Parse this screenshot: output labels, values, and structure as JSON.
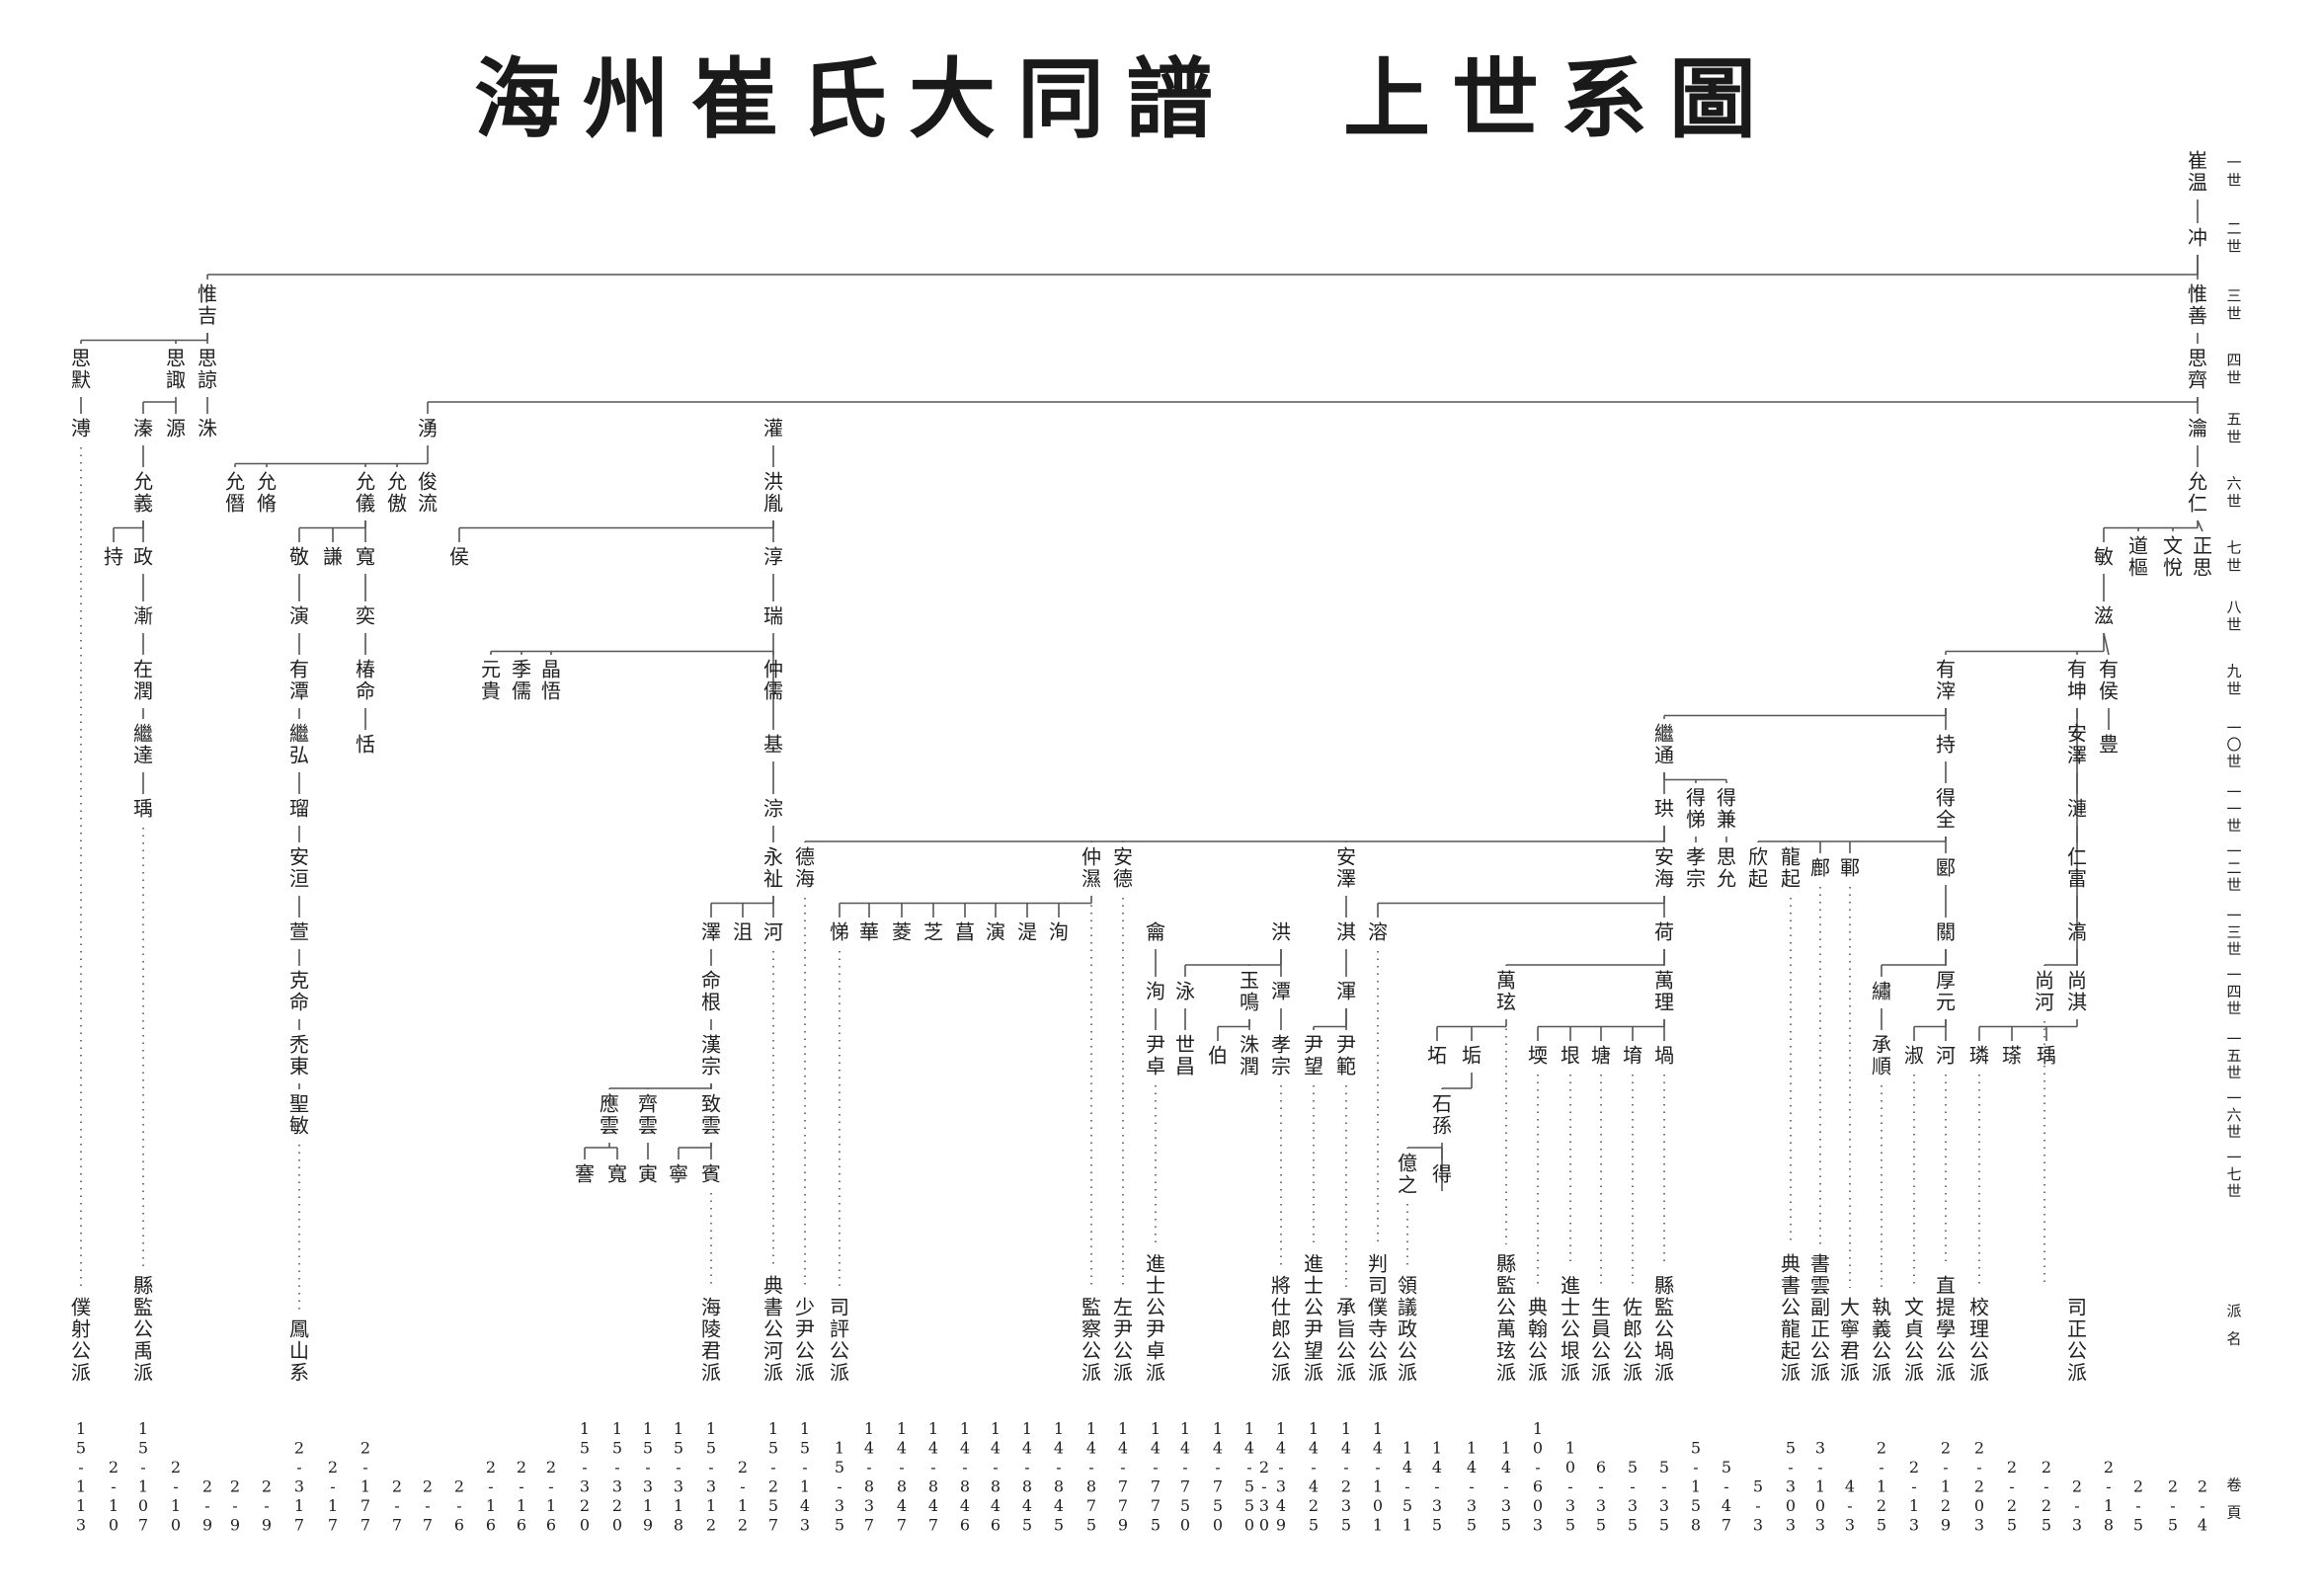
{
  "title": "海州崔氏大同譜　上世系圖",
  "generation_labels": [
    "一世",
    "二世",
    "三世",
    "四世",
    "五世",
    "六世",
    "七世",
    "八世",
    "九世",
    "一〇世",
    "一一世",
    "一二世",
    "一三世",
    "一四世",
    "一五世",
    "一六世",
    "一七世"
  ],
  "column_headers": {
    "branch": "派名",
    "volume_page": "卷頁"
  },
  "members": [
    {
      "id": "a",
      "name": "崔温"
    },
    {
      "id": "b",
      "name": "冲"
    },
    {
      "id": "c",
      "name": "惟善"
    },
    {
      "id": "d",
      "name": "思齊"
    },
    {
      "id": "e",
      "name": "瀹"
    },
    {
      "id": "f",
      "name": "允仁"
    },
    {
      "id": "g",
      "name": "正思"
    },
    {
      "id": "h",
      "name": "文悅"
    },
    {
      "id": "i",
      "name": "道樞"
    },
    {
      "id": "j",
      "name": "敏"
    },
    {
      "id": "k",
      "name": "滋"
    },
    {
      "id": "l",
      "name": "有侯"
    },
    {
      "id": "m",
      "name": "豊"
    },
    {
      "id": "n",
      "name": "有坤"
    },
    {
      "id": "o",
      "name": "安澤"
    },
    {
      "id": "p",
      "name": "漣"
    },
    {
      "id": "q",
      "name": "仁富"
    },
    {
      "id": "r",
      "name": "滈"
    },
    {
      "id": "s",
      "name": "尚淇"
    },
    {
      "id": "t",
      "name": "尚河"
    },
    {
      "id": "u",
      "name": "瑀"
    },
    {
      "id": "v",
      "name": "瑹"
    },
    {
      "id": "w",
      "name": "璘"
    },
    {
      "id": "x",
      "name": "有滓"
    },
    {
      "id": "y",
      "name": "持"
    },
    {
      "id": "z",
      "name": "得全"
    },
    {
      "id": "a1",
      "name": "郾"
    },
    {
      "id": "a2",
      "name": "關"
    },
    {
      "id": "a3",
      "name": "厚元"
    },
    {
      "id": "a4",
      "name": "河"
    },
    {
      "id": "a5",
      "name": "繡"
    },
    {
      "id": "a6",
      "name": "承順"
    },
    {
      "id": "a7",
      "name": "淑"
    },
    {
      "id": "a8",
      "name": "鄆"
    },
    {
      "id": "a9",
      "name": "鄜"
    },
    {
      "id": "b1",
      "name": "龍起"
    },
    {
      "id": "b2",
      "name": "欣起"
    },
    {
      "id": "b3",
      "name": "得兼"
    },
    {
      "id": "b4",
      "name": "思允"
    },
    {
      "id": "b5",
      "name": "得悌"
    },
    {
      "id": "b6",
      "name": "孝宗"
    },
    {
      "id": "b7",
      "name": "繼通"
    },
    {
      "id": "b8",
      "name": "珙"
    },
    {
      "id": "b9",
      "name": "安海"
    },
    {
      "id": "c1",
      "name": "荷"
    },
    {
      "id": "c2",
      "name": "萬理"
    },
    {
      "id": "c3",
      "name": "堝"
    },
    {
      "id": "c4",
      "name": "堉"
    },
    {
      "id": "c5",
      "name": "塘"
    },
    {
      "id": "c6",
      "name": "垠"
    },
    {
      "id": "c7",
      "name": "堧"
    },
    {
      "id": "c8",
      "name": "萬玹"
    },
    {
      "id": "c9",
      "name": "垢"
    },
    {
      "id": "d1",
      "name": "坧"
    },
    {
      "id": "d2",
      "name": "石孫"
    },
    {
      "id": "d3",
      "name": "得"
    },
    {
      "id": "d4",
      "name": "億之"
    },
    {
      "id": "d5",
      "name": "安澤"
    },
    {
      "id": "d6",
      "name": "淇"
    },
    {
      "id": "d7",
      "name": "渾"
    },
    {
      "id": "d8",
      "name": "尹範"
    },
    {
      "id": "d9",
      "name": "尹望"
    },
    {
      "id": "e1",
      "name": "溶"
    },
    {
      "id": "e2",
      "name": "洪"
    },
    {
      "id": "e3",
      "name": "潭"
    },
    {
      "id": "e4",
      "name": "孝宗"
    },
    {
      "id": "e5",
      "name": "玉鳴"
    },
    {
      "id": "e6",
      "name": "洙潤"
    },
    {
      "id": "e7",
      "name": "伯"
    },
    {
      "id": "e8",
      "name": "泳"
    },
    {
      "id": "e9",
      "name": "世昌"
    },
    {
      "id": "f1",
      "name": "龠"
    },
    {
      "id": "f2",
      "name": "洵"
    },
    {
      "id": "f3",
      "name": "尹卓"
    },
    {
      "id": "f4",
      "name": "安德"
    },
    {
      "id": "f5",
      "name": "仲濕"
    },
    {
      "id": "f6",
      "name": "洵"
    },
    {
      "id": "f7",
      "name": "湜"
    },
    {
      "id": "f8",
      "name": "演"
    },
    {
      "id": "f9",
      "name": "菖"
    },
    {
      "id": "g1",
      "name": "芝"
    },
    {
      "id": "g2",
      "name": "菱"
    },
    {
      "id": "g3",
      "name": "華"
    },
    {
      "id": "g4",
      "name": "悌"
    },
    {
      "id": "g5",
      "name": "德海"
    },
    {
      "id": "g6",
      "name": "灌"
    },
    {
      "id": "g7",
      "name": "洪胤"
    },
    {
      "id": "g8",
      "name": "淳"
    },
    {
      "id": "g9",
      "name": "瑞"
    },
    {
      "id": "h1",
      "name": "仲儒"
    },
    {
      "id": "h2",
      "name": "基"
    },
    {
      "id": "h3",
      "name": "淙"
    },
    {
      "id": "h4",
      "name": "永祉"
    },
    {
      "id": "h5",
      "name": "河"
    },
    {
      "id": "h6",
      "name": "沮"
    },
    {
      "id": "h7",
      "name": "澤"
    },
    {
      "id": "h8",
      "name": "命根"
    },
    {
      "id": "h9",
      "name": "漢宗"
    },
    {
      "id": "i1",
      "name": "致雲"
    },
    {
      "id": "i2",
      "name": "賓"
    },
    {
      "id": "i3",
      "name": "寧"
    },
    {
      "id": "i4",
      "name": "齊雲"
    },
    {
      "id": "i5",
      "name": "寅"
    },
    {
      "id": "i6",
      "name": "應雲"
    },
    {
      "id": "i7",
      "name": "寬"
    },
    {
      "id": "i8",
      "name": "謇"
    },
    {
      "id": "i9",
      "name": "晶悟"
    },
    {
      "id": "j1",
      "name": "季儒"
    },
    {
      "id": "j2",
      "name": "元貴"
    },
    {
      "id": "j3",
      "name": "湧"
    },
    {
      "id": "j4",
      "name": "俊流"
    },
    {
      "id": "j5",
      "name": "侯"
    },
    {
      "id": "j6",
      "name": "允傲"
    },
    {
      "id": "j7",
      "name": "允儀"
    },
    {
      "id": "j8",
      "name": "寬"
    },
    {
      "id": "j9",
      "name": "奕"
    },
    {
      "id": "k1",
      "name": "椿命"
    },
    {
      "id": "k2",
      "name": "恬"
    },
    {
      "id": "k3",
      "name": "謙"
    },
    {
      "id": "k4",
      "name": "敬"
    },
    {
      "id": "k5",
      "name": "演"
    },
    {
      "id": "k6",
      "name": "有潭"
    },
    {
      "id": "k7",
      "name": "繼弘"
    },
    {
      "id": "k8",
      "name": "瑠"
    },
    {
      "id": "k9",
      "name": "安洹"
    },
    {
      "id": "l1",
      "name": "萱"
    },
    {
      "id": "l2",
      "name": "克命"
    },
    {
      "id": "l3",
      "name": "禿東"
    },
    {
      "id": "l4",
      "name": "聖敏"
    },
    {
      "id": "l5",
      "name": "允脩"
    },
    {
      "id": "l6",
      "name": "允僭"
    },
    {
      "id": "l7",
      "name": "惟吉"
    },
    {
      "id": "l8",
      "name": "思諒"
    },
    {
      "id": "l9",
      "name": "洙"
    },
    {
      "id": "m1",
      "name": "思諏"
    },
    {
      "id": "m2",
      "name": "源"
    },
    {
      "id": "m3",
      "name": "溱"
    },
    {
      "id": "m4",
      "name": "允義"
    },
    {
      "id": "m5",
      "name": "政"
    },
    {
      "id": "m6",
      "name": "漸"
    },
    {
      "id": "m7",
      "name": "在潤"
    },
    {
      "id": "m8",
      "name": "繼達"
    },
    {
      "id": "m9",
      "name": "瑀"
    },
    {
      "id": "n1",
      "name": "持"
    },
    {
      "id": "n2",
      "name": "思默"
    },
    {
      "id": "n3",
      "name": "溥"
    }
  ],
  "branches": [
    {
      "id": "r1",
      "name": "僕射公派",
      "volume_page": "15-113"
    },
    {
      "id": "r2",
      "name": "",
      "volume_page": "2-10"
    },
    {
      "id": "r3",
      "name": "縣監公禹派",
      "volume_page": "15-107"
    },
    {
      "id": "r4",
      "name": "",
      "volume_page": "2-10"
    },
    {
      "id": "r5",
      "name": "",
      "volume_page": "2-9"
    },
    {
      "id": "r6",
      "name": "",
      "volume_page": "2-9"
    },
    {
      "id": "r7",
      "name": "",
      "volume_page": "2-9"
    },
    {
      "id": "r8",
      "name": "鳳山系",
      "volume_page": "2-317"
    },
    {
      "id": "r9",
      "name": "",
      "volume_page": "2-17"
    },
    {
      "id": "r10",
      "name": "",
      "volume_page": "2-177"
    },
    {
      "id": "r11",
      "name": "",
      "volume_page": "2-7"
    },
    {
      "id": "r12",
      "name": "",
      "volume_page": "2-7"
    },
    {
      "id": "r13",
      "name": "",
      "volume_page": "2-6"
    },
    {
      "id": "r14",
      "name": "",
      "volume_page": "2-16"
    },
    {
      "id": "r15",
      "name": "",
      "volume_page": "2-16"
    },
    {
      "id": "r16",
      "name": "",
      "volume_page": "2-16"
    },
    {
      "id": "r17",
      "name": "",
      "volume_page": "15-320"
    },
    {
      "id": "r18",
      "name": "",
      "volume_page": "15-320"
    },
    {
      "id": "r19",
      "name": "",
      "volume_page": "15-319"
    },
    {
      "id": "r20",
      "name": "",
      "volume_page": "15-318"
    },
    {
      "id": "r21",
      "name": "海陵君派",
      "volume_page": "15-312"
    },
    {
      "id": "r22",
      "name": "",
      "volume_page": "2-12"
    },
    {
      "id": "r23",
      "name": "典書公河派",
      "volume_page": "15-257"
    },
    {
      "id": "r24",
      "name": "少尹公派",
      "volume_page": "15-143"
    },
    {
      "id": "r25",
      "name": "司評公派",
      "volume_page": "15-35"
    },
    {
      "id": "r26",
      "name": "",
      "volume_page": "14-837"
    },
    {
      "id": "r27",
      "name": "",
      "volume_page": "14-847"
    },
    {
      "id": "r28",
      "name": "",
      "volume_page": "14-847"
    },
    {
      "id": "r29",
      "name": "",
      "volume_page": "14-846"
    },
    {
      "id": "r30",
      "name": "",
      "volume_page": "14-846"
    },
    {
      "id": "r31",
      "name": "",
      "volume_page": "14-845"
    },
    {
      "id": "r32",
      "name": "",
      "volume_page": "14-845"
    },
    {
      "id": "r33",
      "name": "監察公派",
      "volume_page": "14-875"
    },
    {
      "id": "r34",
      "name": "左尹公派",
      "volume_page": "14-779"
    },
    {
      "id": "r35",
      "name": "進士公尹卓派",
      "volume_page": "14-775"
    },
    {
      "id": "r36",
      "name": "",
      "volume_page": "14-750"
    },
    {
      "id": "r37",
      "name": "",
      "volume_page": "14-750"
    },
    {
      "id": "r38",
      "name": "",
      "volume_page": "14-550"
    },
    {
      "id": "r39",
      "name": "",
      "volume_page": "2-30"
    },
    {
      "id": "r40",
      "name": "將仕郎公派",
      "volume_page": "14-349"
    },
    {
      "id": "r41",
      "name": "進士公尹望派",
      "volume_page": "14-425"
    },
    {
      "id": "r42",
      "name": "承旨公派",
      "volume_page": "14-235"
    },
    {
      "id": "r43",
      "name": "判司僕寺公派",
      "volume_page": "14-101"
    },
    {
      "id": "r44",
      "name": "領議政公派",
      "volume_page": "14-51"
    },
    {
      "id": "r45",
      "name": "",
      "volume_page": "14-35"
    },
    {
      "id": "r46",
      "name": "",
      "volume_page": "14-35"
    },
    {
      "id": "r47",
      "name": "縣監公萬玹派",
      "volume_page": "14-35"
    },
    {
      "id": "r48",
      "name": "典翰公派",
      "volume_page": "10-603"
    },
    {
      "id": "r49",
      "name": "進士公垠派",
      "volume_page": "10-35"
    },
    {
      "id": "r50",
      "name": "生員公派",
      "volume_page": "6-35"
    },
    {
      "id": "r51",
      "name": "佐郎公派",
      "volume_page": "5-35"
    },
    {
      "id": "r52",
      "name": "縣監公堝派",
      "volume_page": "5-35"
    },
    {
      "id": "r53",
      "name": "",
      "volume_page": "5-158"
    },
    {
      "id": "r54",
      "name": "",
      "volume_page": "5-47"
    },
    {
      "id": "r55",
      "name": "",
      "volume_page": "5-3"
    },
    {
      "id": "r56",
      "name": "典書公龍起派",
      "volume_page": "5-303"
    },
    {
      "id": "r57",
      "name": "書雲副正公派",
      "volume_page": "3-103"
    },
    {
      "id": "r58",
      "name": "大寧君派",
      "volume_page": "4-3"
    },
    {
      "id": "r59",
      "name": "執義公派",
      "volume_page": "2-125"
    },
    {
      "id": "r60",
      "name": "文貞公派",
      "volume_page": "2-13"
    },
    {
      "id": "r61",
      "name": "直提學公派",
      "volume_page": "2-129"
    },
    {
      "id": "r62",
      "name": "校理公派",
      "volume_page": "2-203"
    },
    {
      "id": "r63",
      "name": "",
      "volume_page": "2-25"
    },
    {
      "id": "r64",
      "name": "",
      "volume_page": "2-25"
    },
    {
      "id": "r65",
      "name": "司正公派",
      "volume_page": "2-3"
    },
    {
      "id": "r66",
      "name": "",
      "volume_page": "2-18"
    },
    {
      "id": "r67",
      "name": "",
      "volume_page": "2-5"
    },
    {
      "id": "r68",
      "name": "",
      "volume_page": "2-5"
    },
    {
      "id": "r69",
      "name": "",
      "volume_page": "2-4"
    }
  ]
}
